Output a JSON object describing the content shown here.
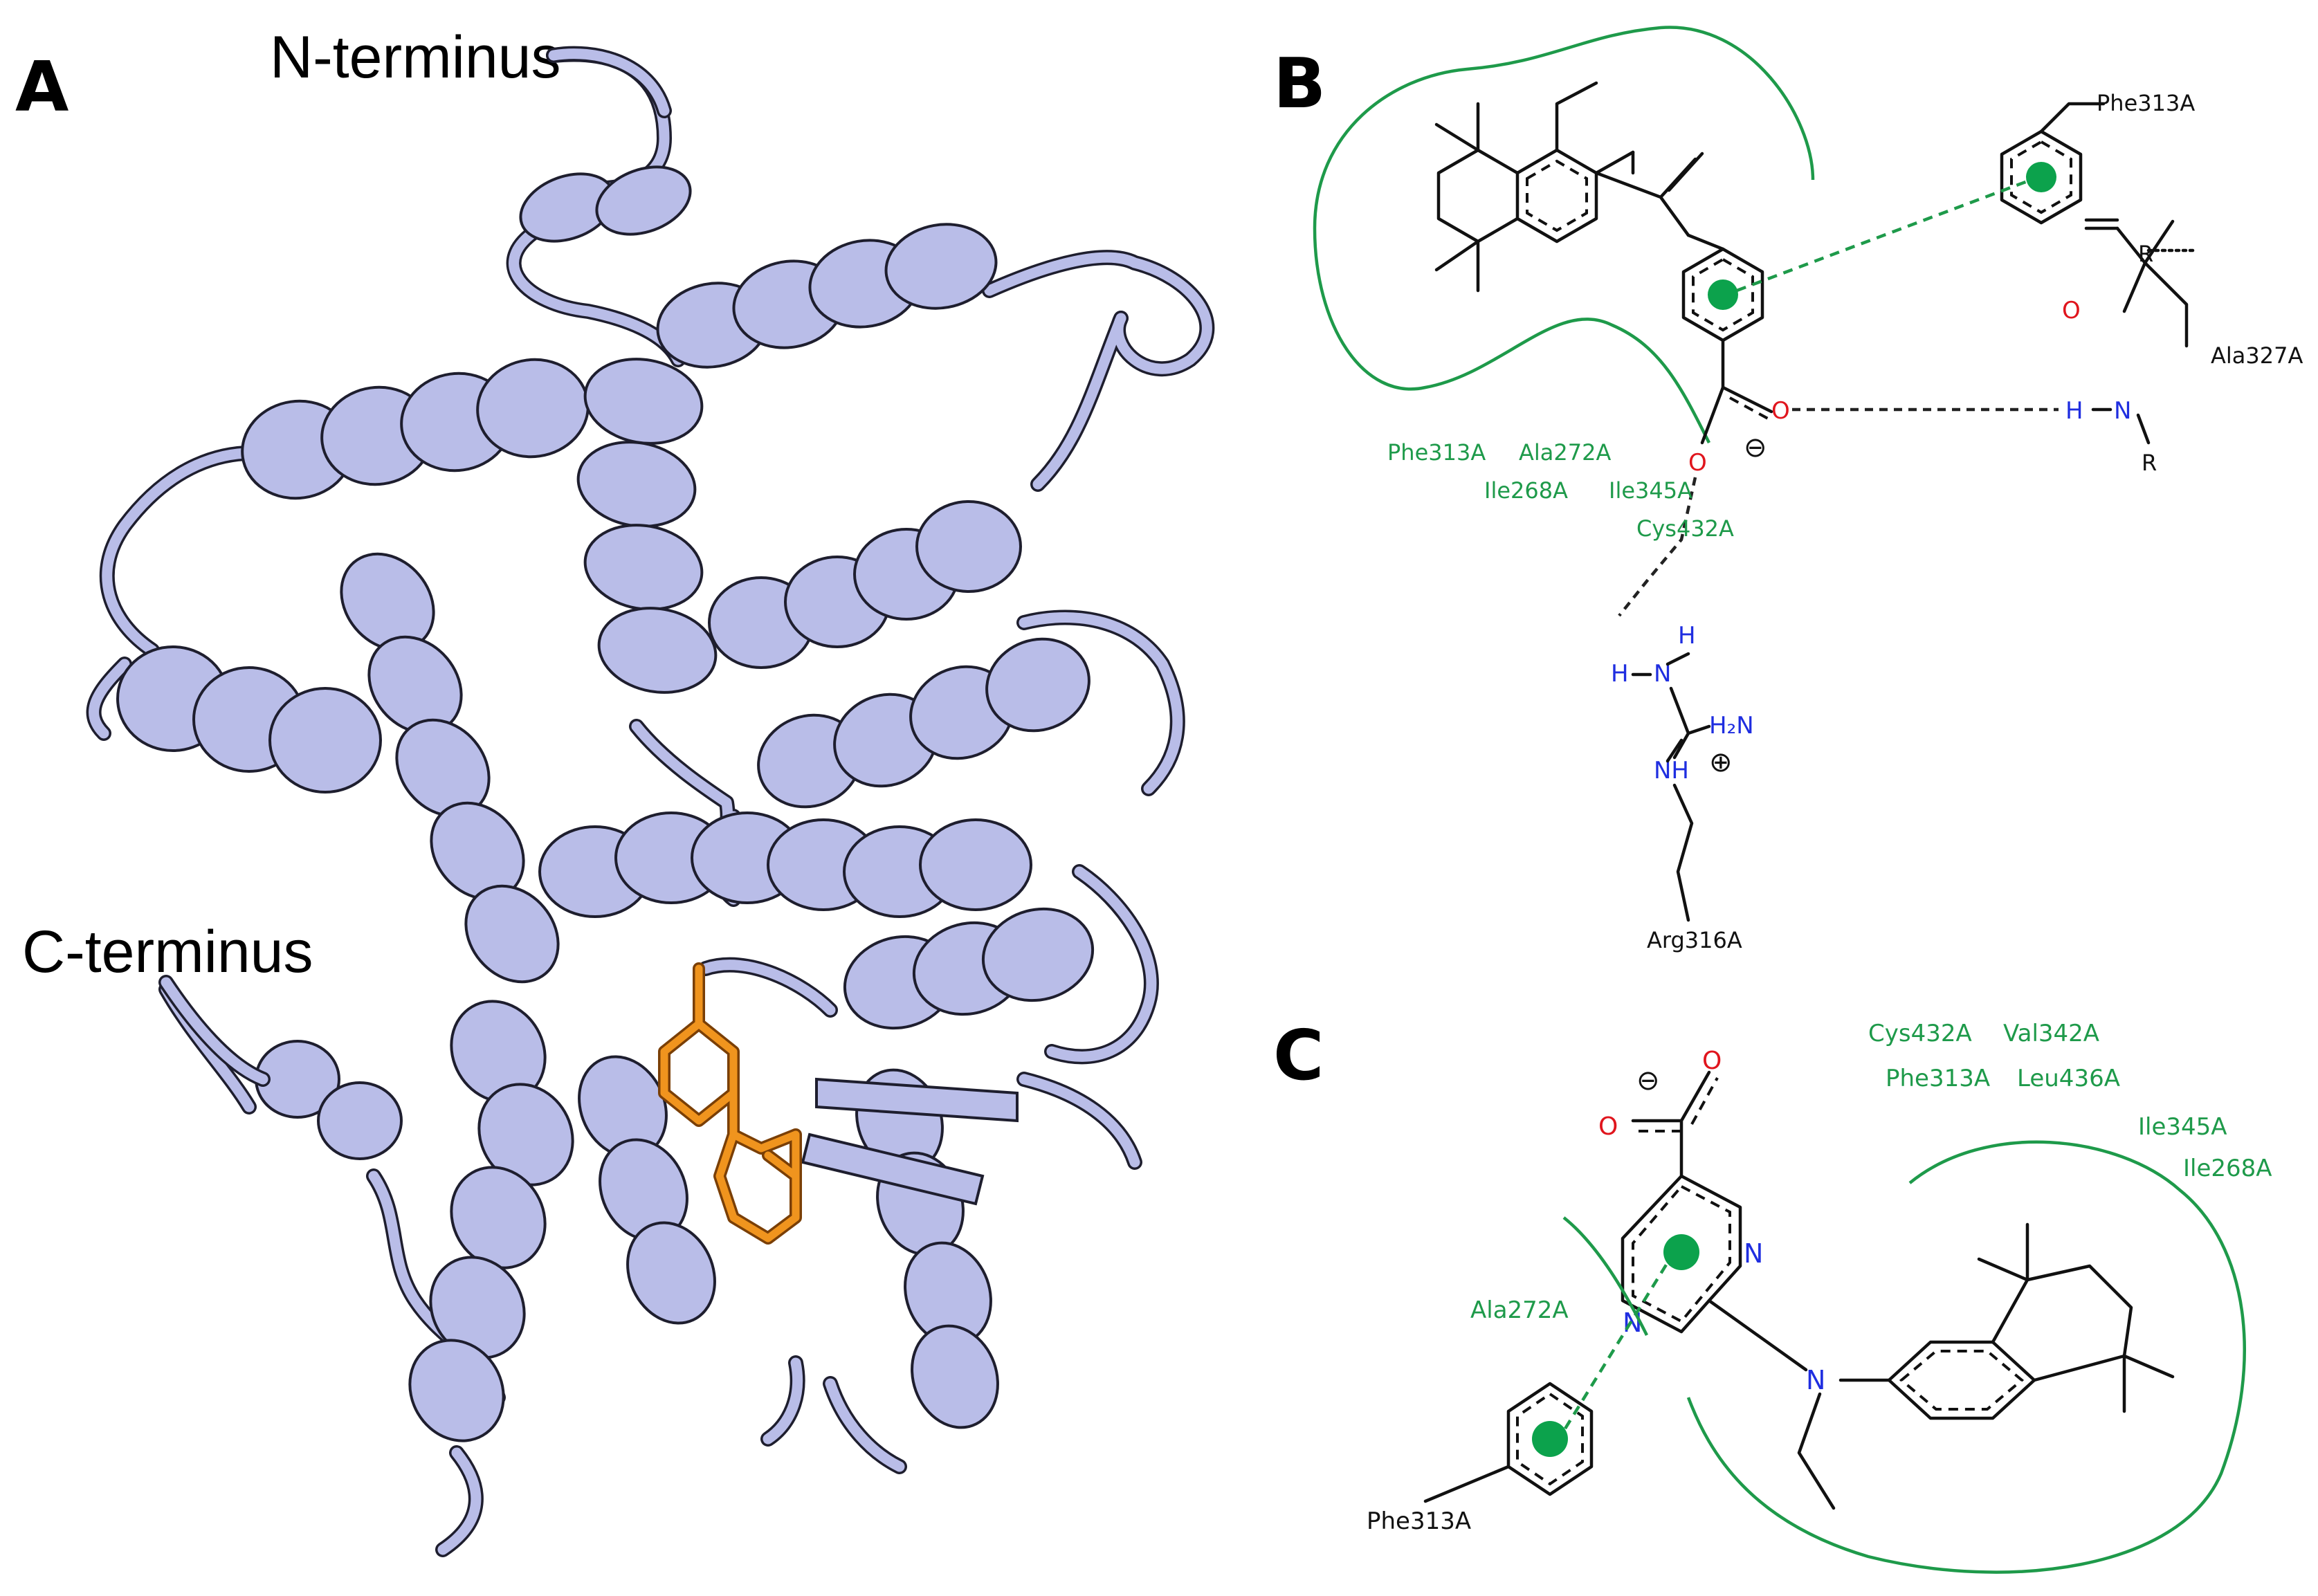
{
  "panels": {
    "a": {
      "letter": "A",
      "n_terminus": "N-terminus",
      "c_terminus": "C-terminus"
    },
    "b": {
      "letter": "B",
      "pipi_residue": "Phe313A",
      "hbond_residue_top": "Ala327A",
      "hbond_residue_bottom": "Arg316A",
      "r_top": "R",
      "r_bottom": "R",
      "oxygen": "O",
      "hn": "H",
      "n": "N",
      "h": "H",
      "h2n": "H₂N",
      "nh": "NH",
      "charge_minus": "⊖",
      "charge_plus": "⊕",
      "hydrophobic": [
        "Phe313A",
        "Ala272A",
        "Ile268A",
        "Ile345A",
        "Cys432A"
      ]
    },
    "c": {
      "letter": "C",
      "pipi_residue": "Phe313A",
      "hydrophobic_left": "Ala272A",
      "hydrophobic_right": [
        "Cys432A",
        "Val342A",
        "Phe313A",
        "Leu436A",
        "Ile345A",
        "Ile268A"
      ],
      "oxygen": "O",
      "nitrogen": "N",
      "charge_minus": "⊖"
    }
  },
  "colors": {
    "ribbon": "#b9bde8",
    "ligand": "#f0941e",
    "interaction_green": "#1e9a4a",
    "nitrogen_blue": "#1f2ee0",
    "oxygen_red": "#e0151d"
  }
}
